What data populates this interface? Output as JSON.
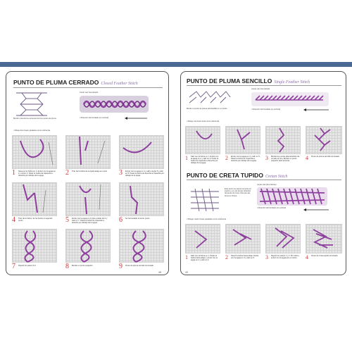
{
  "left_page": {
    "title": "PUNTO DE PLUMA CERRADO",
    "subtitle": "Closed Feather Stitch",
    "sample_caption": "Cenar van lina trebedo",
    "border_caption": "Border uniendo los extremos de los puntos de pluma.",
    "direction_caption": "• Dirección del bordado (en vertical)",
    "draw_lines_caption": "• Dibuje dos líneas paralelas como referencia",
    "steps": [
      {
        "n": "1",
        "text": "Saca por la hebra en 1. Entrar con la aguja en 2 y sal en 3. Pasar la hebra de izquierda a derecha por debajo de la aguja."
      },
      {
        "n": "2",
        "text": "Tirar de la hebra de la hacia abajo en punto."
      },
      {
        "n": "3",
        "text": "Entrar con la aguja en 4 y salir a la del 5 y salir en 5. Pasar la hebra de derecha a izquierda por debajo de la aguja."
      },
      {
        "n": "4",
        "text": "Tirar de la hebra. Se ha hecho el segundo punto."
      },
      {
        "n": "5",
        "text": "Entrar con la aguja en 6 justo al lado del 2 y salir en 7. Pasar la hebra de izquierda a derecha por debajo de la aguja."
      },
      {
        "n": "6",
        "text": "Se ha bordado el tercer punto."
      },
      {
        "n": "7",
        "text": "Repetir los pasos 3-6."
      },
      {
        "n": "8",
        "text": "Bordar un punto pequeño."
      },
      {
        "n": "9",
        "text": "Punto de pluma cerrado terminado."
      }
    ],
    "page_number": "48"
  },
  "right_page": {
    "title_top": "PUNTO DE PLUMA SENCILLO",
    "subtitle_top": "Single Feather Stitch",
    "sample_caption_top": "Cenar van lina trebedo",
    "border_caption_top": "Border el punto de pluma almohadilla en un borde.",
    "direction_caption_top": "• Dirección del bordado (en vertical)",
    "draw_lines_top": "• Dibuje una línea recta como referencia",
    "steps_top": [
      {
        "n": "1",
        "text": "Salir con la hebra en 1. Entrar con la aguja en 2 y salir en 3. Pasar la hebra de izquierda a derecha por debajo de la aguja."
      },
      {
        "n": "2",
        "text": "Entrar con la aguja en 4 y salir en 5. Pasar la hebra de izquierda a derecha por debajo de la aguja."
      },
      {
        "n": "3",
        "text": "Bordar los puntos alternándolos de un lado al otro. Bordar un punto pequeño para terminar."
      },
      {
        "n": "4",
        "text": "Punto de pluma sencillo terminado."
      }
    ],
    "title_bottom": "PUNTO DE CRETA TUPIDO",
    "subtitle_bottom": "Cretan Stitch",
    "sample_caption_bottom": "Cenar real (tres hebras)",
    "fill_caption": "Este punto se parece al punto en espina y es una de las variantes del punto de creta. Útil para dar forma en flores.",
    "direction_caption_bottom": "• Dirección del bordado (en vertical)",
    "draw_lines_bottom": "• Dibujar cuatro líneas paralelas como referencia",
    "steps_bottom": [
      {
        "n": "1",
        "text": "Salir con la hebra en 1. Pasar la hebra hacia abajo y entrar con la aguja en 2 y salir en 3."
      },
      {
        "n": "2",
        "text": "Pasar la hebra hacia abajo. Entrar con la aguja en 4 y salir en 5."
      },
      {
        "n": "3",
        "text": "Repetir los pasos 1 y 2. Por último, entrar con la aguja por el centro."
      },
      {
        "n": "4",
        "text": "Punto de Creta tupido terminado."
      }
    ],
    "page_number": "49"
  },
  "colors": {
    "thread": "#8e3f9e",
    "band": "#4a6a94",
    "step_number": "#c63a3a"
  }
}
